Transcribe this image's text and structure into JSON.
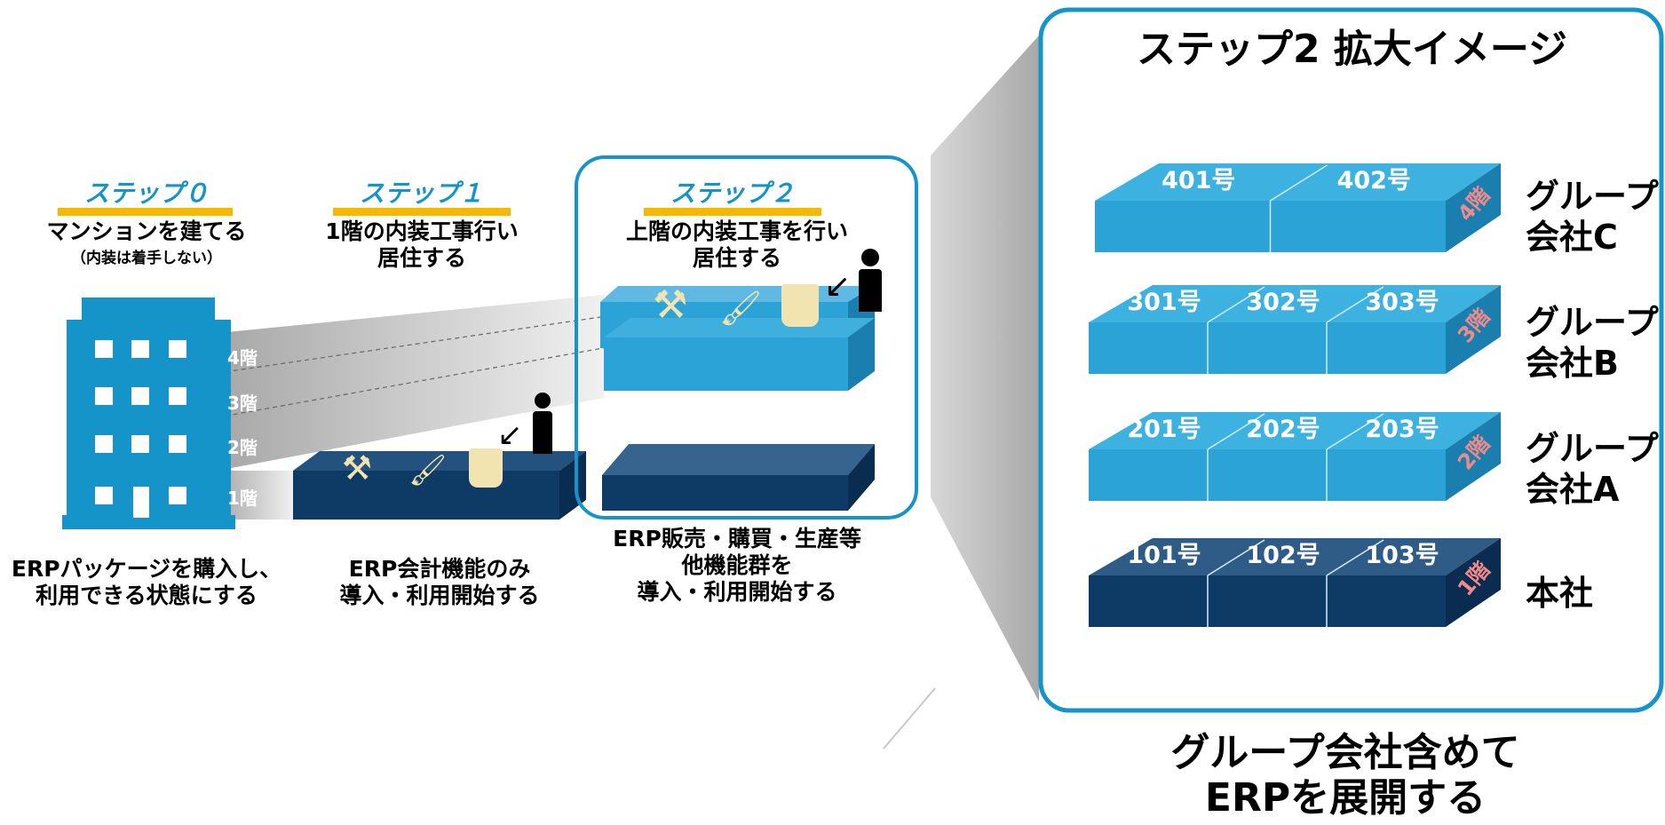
{
  "steps": [
    {
      "title": "ステップ０",
      "subtitle": "マンションを建てる",
      "note": "（内装は着手しない）",
      "caption": [
        "ERPパッケージを購入し、",
        "利用できる状態にする"
      ]
    },
    {
      "title": "ステップ１",
      "subtitle": [
        "1階の内装工事行い",
        "居住する"
      ],
      "caption": [
        "ERP会計機能のみ",
        "導入・利用開始する"
      ]
    },
    {
      "title": "ステップ２",
      "subtitle": [
        "上階の内装工事を行い",
        "居住する"
      ],
      "caption": [
        "ERP販売・購買・生産等",
        "他機能群を",
        "導入・利用開始する"
      ]
    }
  ],
  "building_floors": [
    "4階",
    "3階",
    "2階",
    "1階"
  ],
  "zoom": {
    "title": "ステップ2 拡大イメージ",
    "floors": [
      {
        "tag": "4階",
        "rooms": [
          "401号",
          "402号"
        ],
        "company": [
          "グループ",
          "会社C"
        ],
        "color": "#2ba3d6"
      },
      {
        "tag": "3階",
        "rooms": [
          "301号",
          "302号",
          "303号"
        ],
        "company": [
          "グループ",
          "会社B"
        ],
        "color": "#2ba3d6"
      },
      {
        "tag": "2階",
        "rooms": [
          "201号",
          "202号",
          "203号"
        ],
        "company": [
          "グループ",
          "会社A"
        ],
        "color": "#2ba3d6"
      },
      {
        "tag": "1階",
        "rooms": [
          "101号",
          "102号",
          "103号"
        ],
        "company": [
          "本社"
        ],
        "color": "#0e3a66"
      }
    ],
    "footer": [
      "グループ会社含めて",
      "ERPを展開する"
    ]
  },
  "colors": {
    "accent": "#1594c9",
    "bar": "#f6b900",
    "light_floor": "#2ba3d6",
    "dark_floor": "#0e3a66",
    "tag": "#f08a8a"
  },
  "icons": [
    "hammer-icon",
    "brush-icon",
    "paint-bucket-icon",
    "person-icon",
    "arrow-icon"
  ]
}
